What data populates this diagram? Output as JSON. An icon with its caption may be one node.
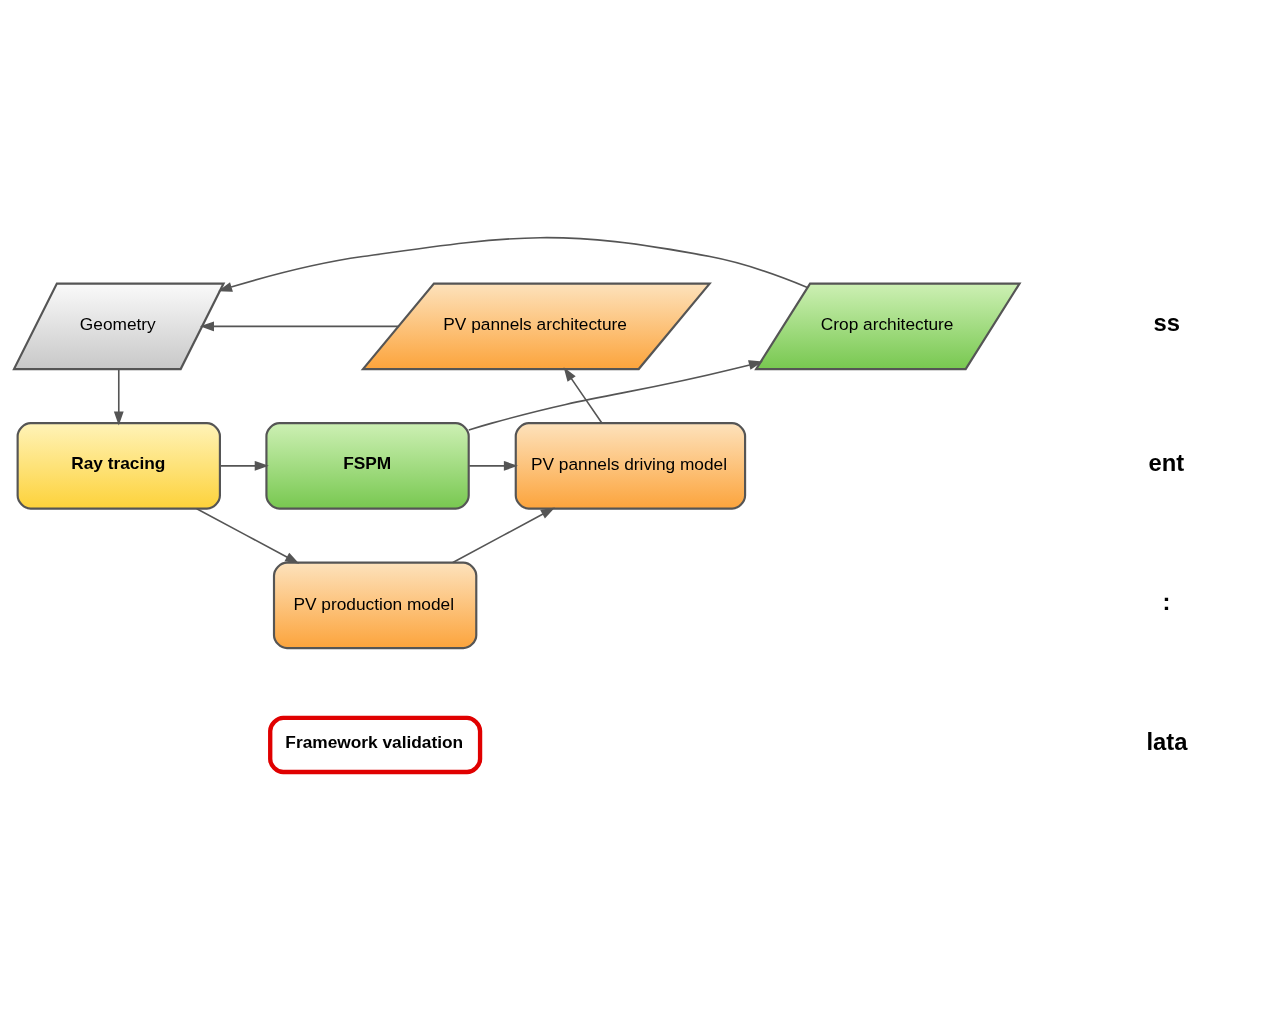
{
  "diagram": {
    "nodes": [
      {
        "text": [
          "Geometry"
        ]
      },
      {
        "text": [
          "Crop architecture"
        ]
      },
      {
        "text": [
          "PV pannels architecture"
        ]
      },
      {
        "text": [
          "Ray tracing"
        ]
      },
      {
        "text": [
          "FSPM"
        ]
      },
      {
        "text": [
          "PV pannels driving model"
        ]
      },
      {
        "text": [
          "PV production model"
        ]
      },
      {
        "text": [
          "Framework validation"
        ]
      }
    ],
    "edges": [
      {
        "from": 0,
        "to": 3,
        "arrow": "to"
      },
      {
        "from": 1,
        "to": 0,
        "arrow": "to"
      },
      {
        "from": 2,
        "to": 0,
        "arrow": "to"
      },
      {
        "from": 4,
        "to": 1,
        "arrow": "to"
      },
      {
        "from": 5,
        "to": 2,
        "arrow": "to"
      },
      {
        "from": 3,
        "to": 4,
        "arrow": "to"
      },
      {
        "from": 3,
        "to": 6,
        "arrow": "to"
      },
      {
        "from": 4,
        "to": 5,
        "arrow": "to"
      },
      {
        "from": 6,
        "to": 5,
        "arrow": "to"
      }
    ],
    "labels": [
      "ss",
      "ent",
      ":",
      "lata"
    ]
  }
}
